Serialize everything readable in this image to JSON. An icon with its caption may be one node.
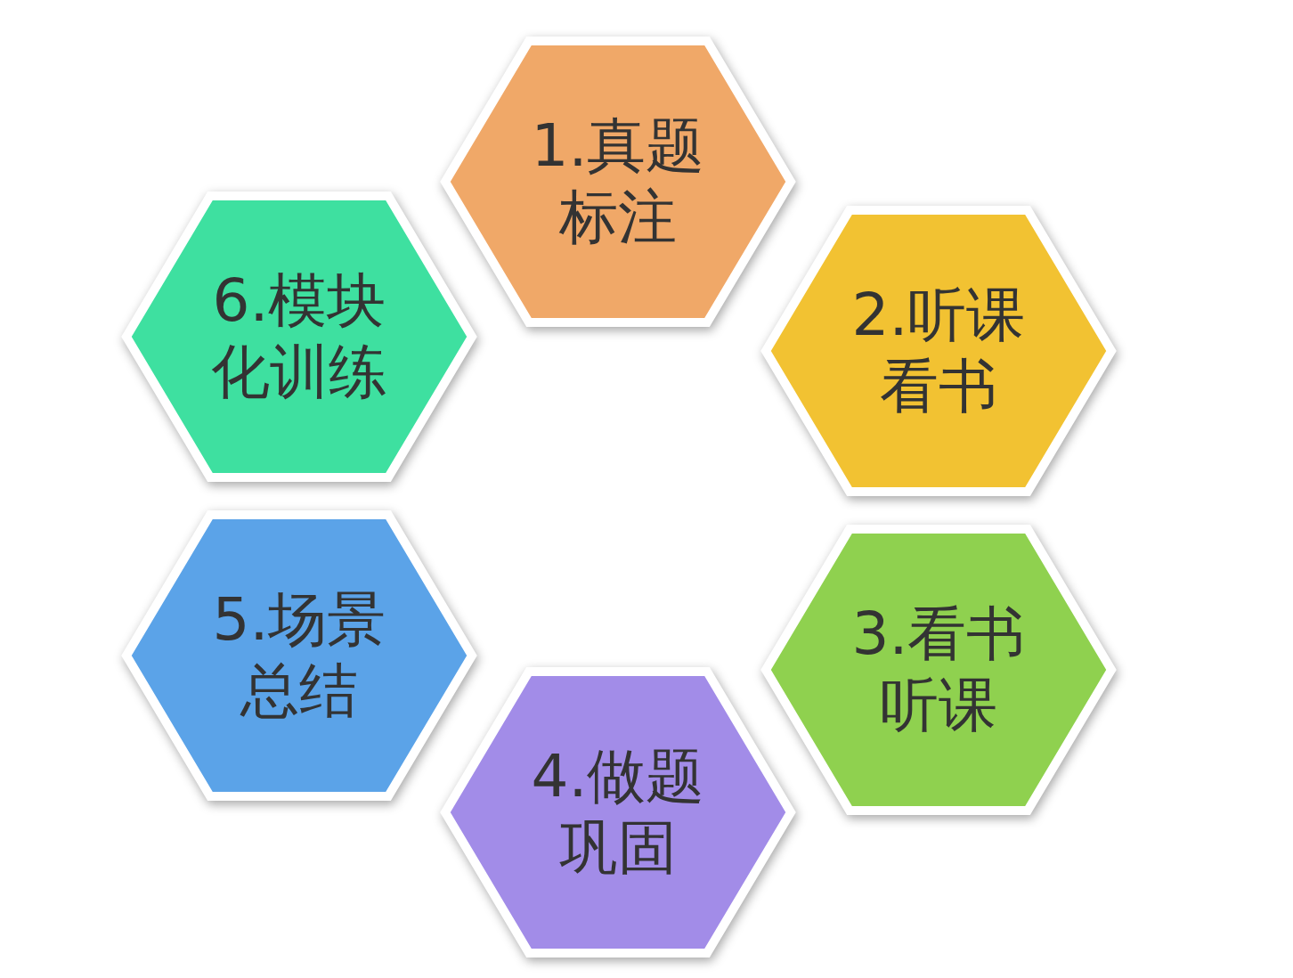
{
  "diagram": {
    "nodes": [
      {
        "text": [
          "1.真题标注"
        ]
      },
      {
        "text": [
          "2.听课看书"
        ]
      },
      {
        "text": [
          "3.看书听课"
        ]
      },
      {
        "text": [
          "4.做题巩固"
        ]
      },
      {
        "text": [
          "5.场景总结"
        ]
      },
      {
        "text": [
          "6.模块化训练"
        ]
      }
    ],
    "edges": []
  }
}
